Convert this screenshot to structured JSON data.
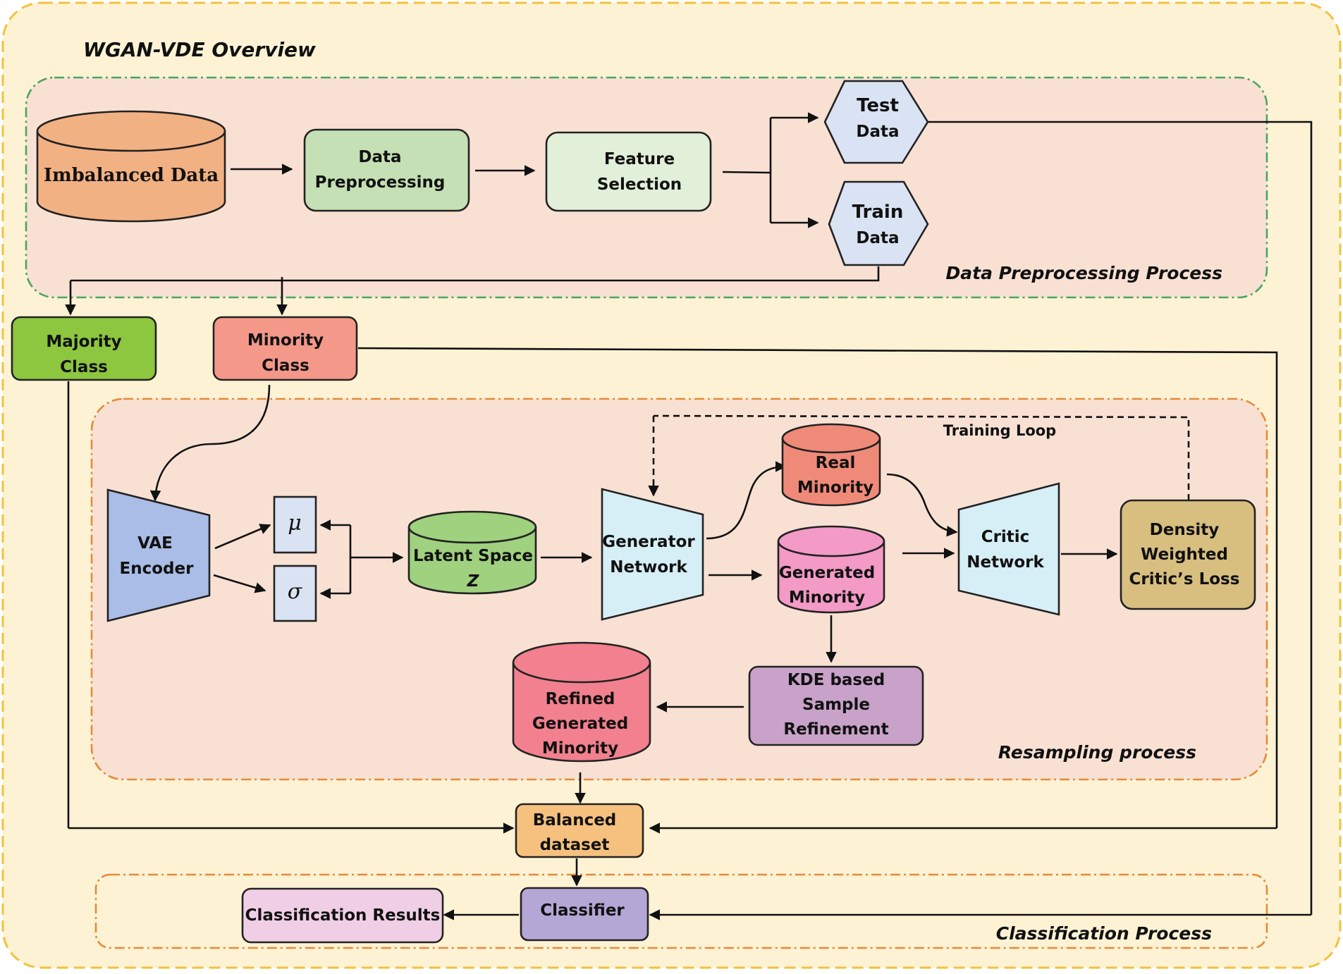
{
  "title": "WGAN-VDE Overview",
  "sections": {
    "preprocessing": "Data Preprocessing Process",
    "resampling": "Resampling process",
    "classification": "Classification Process"
  },
  "nodes": {
    "imbalanced_data": "Imbalanced Data",
    "data_preprocessing": [
      "Data",
      "Preprocessing"
    ],
    "feature_selection": [
      "Feature",
      "Selection"
    ],
    "test_data": [
      "Test",
      "Data"
    ],
    "train_data": [
      "Train",
      "Data"
    ],
    "majority_class": [
      "Majority",
      "Class"
    ],
    "minority_class": [
      "Minority",
      "Class"
    ],
    "vae_encoder": [
      "VAE",
      "Encoder"
    ],
    "mu": "μ",
    "sigma": "σ",
    "latent_space": [
      "Latent Space",
      "Z"
    ],
    "generator_network": [
      "Generator",
      "Network"
    ],
    "real_minority": [
      "Real",
      "Minority"
    ],
    "generated_minority": [
      "Generated",
      "Minority"
    ],
    "critic_network": [
      "Critic",
      "Network"
    ],
    "density_loss": [
      "Density",
      "Weighted",
      "Critic’s Loss"
    ],
    "training_loop": "Training Loop",
    "kde_refinement": [
      "KDE based",
      "Sample",
      "Refinement"
    ],
    "refined_minority": [
      "Refined",
      "Generated",
      "Minority"
    ],
    "balanced_dataset": [
      "Balanced",
      "dataset"
    ],
    "classifier": "Classifier",
    "classification_results": "Classification Results"
  },
  "colors": {
    "outer_bg": "#fdf3d4",
    "outer_border": "#f2c23c",
    "section_bg": "#f8e1d3",
    "preprocessing_border": "#4aa564",
    "resampling_border": "#e58a3c",
    "classification_border": "#e58a3c",
    "imbalanced": "#f2b183",
    "data_preprocessing": "#c5e0b4",
    "feature_selection": "#e2f0d9",
    "test_train": "#dae3f3",
    "majority": "#8dc63f",
    "minority": "#f4988a",
    "vae": "#a9bde6",
    "mu_sigma": "#dae3f3",
    "latent": "#9fd17e",
    "generator": "#d6eef6",
    "real_minority": "#f08a78",
    "generated_minority": "#f39ac6",
    "critic": "#d6eef6",
    "density": "#d8bf80",
    "kde": "#c8a2c8",
    "refined": "#f2808e",
    "balanced": "#f6c17f",
    "classifier": "#b4a7d6",
    "results": "#f0cfe6"
  }
}
